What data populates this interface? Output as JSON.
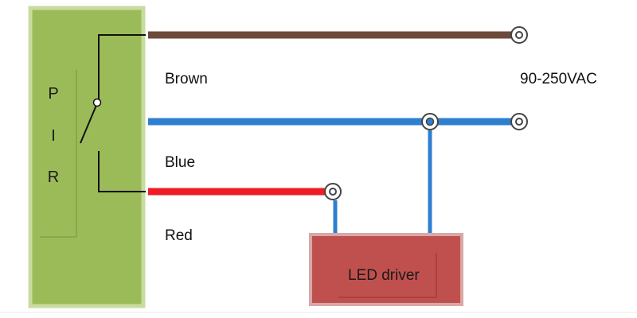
{
  "diagram": {
    "pir_label": [
      "P",
      "I",
      "R"
    ],
    "wires": {
      "brown": {
        "label": "Brown",
        "color": "#6b4a3a"
      },
      "blue": {
        "label": "Blue",
        "color": "#2f7fd0"
      },
      "red": {
        "label": "Red",
        "color": "#ee1c24"
      }
    },
    "supply_label": "90-250VAC",
    "driver_label": "LED driver",
    "colors": {
      "pir_fill": "#9bbb59",
      "pir_border": "#c8dca0",
      "driver_fill": "#c0504d",
      "driver_border": "#d8a8a6"
    }
  }
}
